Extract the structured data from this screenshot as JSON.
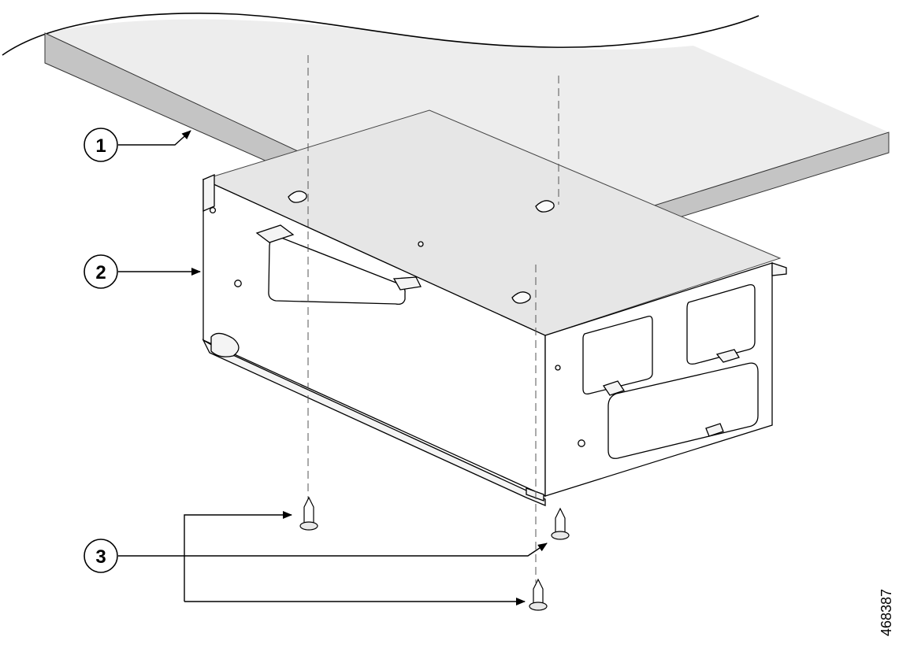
{
  "figure_id": "468387",
  "callouts": [
    {
      "number": "1",
      "target": "surface"
    },
    {
      "number": "2",
      "target": "bracket"
    },
    {
      "number": "3",
      "target": "screws"
    }
  ],
  "colors": {
    "stroke": "#000000",
    "surface_top": "#ededed",
    "surface_edge": "#c4c4c4",
    "bracket_fill": "#ffffff"
  }
}
